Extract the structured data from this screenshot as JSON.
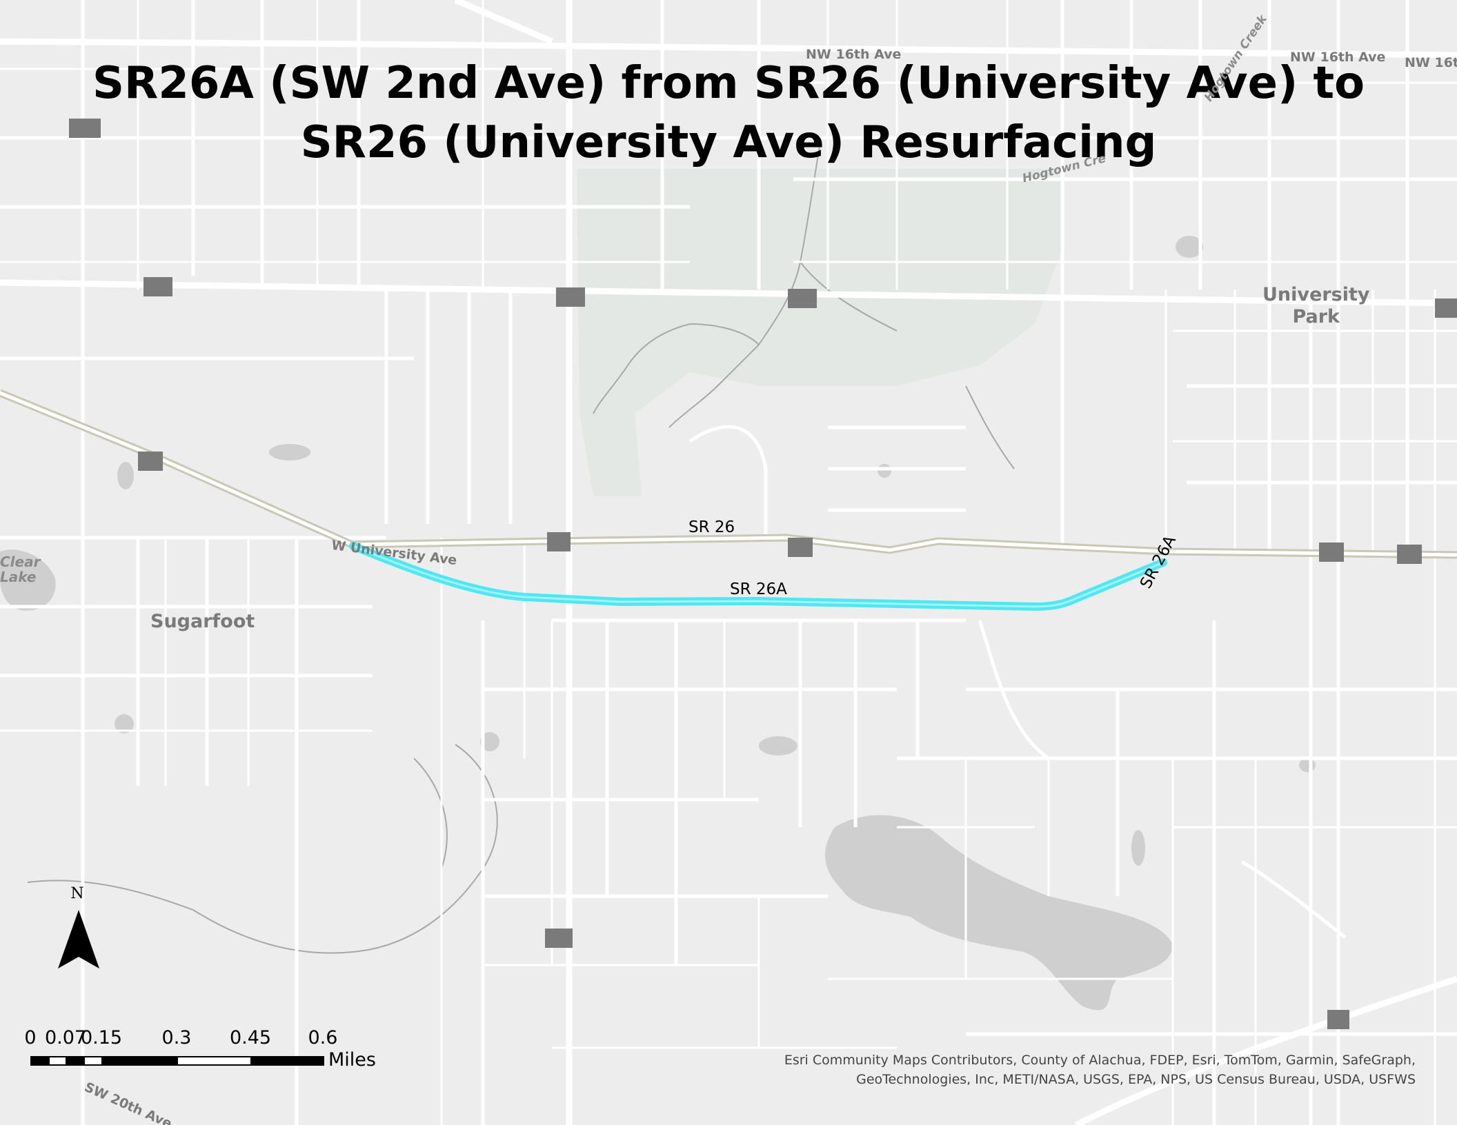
{
  "title": {
    "line1": "SR26A (SW 2nd Ave) from SR26 (University Ave) to",
    "line2": "SR26 (University Ave) Resurfacing"
  },
  "places": {
    "university_park": "University\nPark",
    "sugarfoot": "Sugarfoot",
    "clear_lake": "Clear\nLake"
  },
  "streets": {
    "nw16_a": "NW 16th Ave",
    "nw16_b": "NW 16th Ave",
    "nw16_c": "NW 16t",
    "w_university": "W University Ave",
    "sw20": "SW 20th Ave"
  },
  "creeks": {
    "hogtown_creek": "Hogtown Cre",
    "hogtown_creek_2": "Hogtown Creek"
  },
  "route_labels": {
    "sr26": "SR 26",
    "sr26a": "SR 26A",
    "sr26a_ramp": "SR 26A"
  },
  "north_arrow": {
    "letter": "N",
    "icon": "north-arrow-icon"
  },
  "scale_bar": {
    "ticks": [
      "0",
      "0.07",
      "0.15",
      "0.3",
      "0.45",
      "0.6"
    ],
    "units": "Miles"
  },
  "credits": {
    "line1": "Esri Community Maps Contributors, County of Alachua, FDEP, Esri, TomTom, Garmin, SafeGraph,",
    "line2": "GeoTechnologies, Inc, METI/NASA, USGS, EPA, NPS, US Census Bureau, USDA, USFWS"
  },
  "colors": {
    "background": "#ededed",
    "road": "#ffffff",
    "water": "#cfcfcf",
    "park": "#e3e7e3",
    "highlight": "#3de6f2",
    "highway_casing": "#c9c8b4",
    "shield": "#7a7a7a"
  }
}
